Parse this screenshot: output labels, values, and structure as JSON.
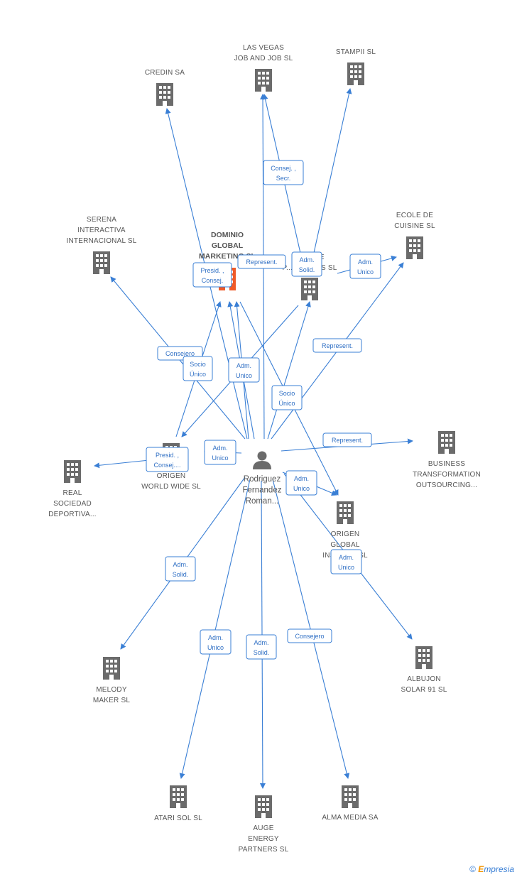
{
  "center": {
    "label_lines": [
      "Rodriguez",
      "Fernandez",
      "Roman..."
    ]
  },
  "focus": {
    "label_lines": [
      "DOMINIO",
      "GLOBAL",
      "MARKETING SL"
    ]
  },
  "companies": [
    {
      "id": "credin",
      "label_lines": [
        "CREDIN SA"
      ]
    },
    {
      "id": "lasvegas",
      "label_lines": [
        "LAS VEGAS",
        "JOB AND JOB SL"
      ]
    },
    {
      "id": "stampii",
      "label_lines": [
        "STAMPII SL"
      ]
    },
    {
      "id": "serena",
      "label_lines": [
        "SERENA",
        "INTERACTIVA",
        "INTERNACIONAL SL"
      ]
    },
    {
      "id": "ecole",
      "label_lines": [
        "ECOLE DE",
        "CUISINE SL"
      ]
    },
    {
      "id": "dominioprod",
      "label_lines": [
        "D...O DE",
        "P...CCIONES SL"
      ]
    },
    {
      "id": "origenww",
      "label_lines": [
        "ORIGEN",
        "WORLD WIDE  SL"
      ]
    },
    {
      "id": "real",
      "label_lines": [
        "REAL",
        "SOCIEDAD",
        "DEPORTIVA..."
      ]
    },
    {
      "id": "business",
      "label_lines": [
        "BUSINESS",
        "TRANSFORMATION",
        "OUTSOURCING..."
      ]
    },
    {
      "id": "origengi",
      "label_lines": [
        "ORIGEN",
        "GLOBAL",
        "INSU...CE SL"
      ]
    },
    {
      "id": "melody",
      "label_lines": [
        "MELODY",
        "MAKER SL"
      ]
    },
    {
      "id": "albujon",
      "label_lines": [
        "ALBUJON",
        "SOLAR 91 SL"
      ]
    },
    {
      "id": "atari",
      "label_lines": [
        "ATARI SOL SL"
      ]
    },
    {
      "id": "auge",
      "label_lines": [
        "AUGE",
        "ENERGY",
        "PARTNERS  SL"
      ]
    },
    {
      "id": "alma",
      "label_lines": [
        "ALMA MEDIA SA"
      ]
    }
  ],
  "relations": [
    {
      "id": "r1",
      "lines": [
        "Consej. ,",
        "Secr."
      ]
    },
    {
      "id": "r2",
      "lines": [
        "Represent."
      ]
    },
    {
      "id": "r3",
      "lines": [
        "Adm.",
        "Solid."
      ]
    },
    {
      "id": "r4",
      "lines": [
        "Adm.",
        "Unico"
      ]
    },
    {
      "id": "r5",
      "lines": [
        "Presid. ,",
        "Consej."
      ]
    },
    {
      "id": "r6",
      "lines": [
        "Consejero"
      ]
    },
    {
      "id": "r7",
      "lines": [
        "Socio",
        "Único"
      ]
    },
    {
      "id": "r8",
      "lines": [
        "Adm.",
        "Unico"
      ]
    },
    {
      "id": "r9",
      "lines": [
        "Represent."
      ]
    },
    {
      "id": "r10",
      "lines": [
        "Socio",
        "Único"
      ]
    },
    {
      "id": "r11",
      "lines": [
        "Adm.",
        "Unico"
      ]
    },
    {
      "id": "r12",
      "lines": [
        "Presid. ,",
        "Consej...."
      ]
    },
    {
      "id": "r13",
      "lines": [
        "Represent."
      ]
    },
    {
      "id": "r14",
      "lines": [
        "Adm.",
        "Unico"
      ]
    },
    {
      "id": "r15",
      "lines": [
        "Adm.",
        "Unico"
      ]
    },
    {
      "id": "r16",
      "lines": [
        "Adm.",
        "Solid."
      ]
    },
    {
      "id": "r17",
      "lines": [
        "Adm.",
        "Unico"
      ]
    },
    {
      "id": "r18",
      "lines": [
        "Adm.",
        "Solid."
      ]
    },
    {
      "id": "r19",
      "lines": [
        "Consejero"
      ]
    }
  ],
  "colors": {
    "edge": "#3a7fd5",
    "building": "#6b6b6b",
    "focus_building": "#f05a28",
    "person": "#6b6b6b"
  },
  "footer": {
    "copyright": "©",
    "brand_initial": "E",
    "brand_rest": "mpresia"
  }
}
